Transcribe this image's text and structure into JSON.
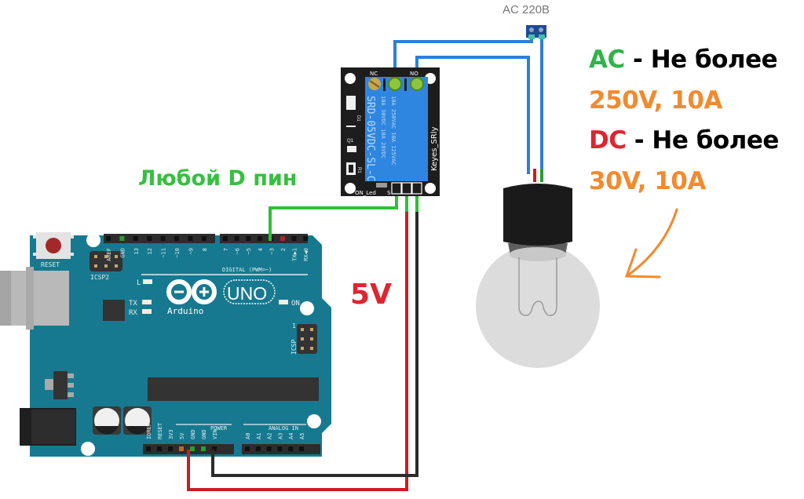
{
  "labels": {
    "ac_source": "AC 220B",
    "any_d_pin": "Любой D пин",
    "five_volt": "5V",
    "ac_limit": {
      "prefix": "AC",
      "dash_text": " - Не более",
      "value": "250V, 10A"
    },
    "dc_limit": {
      "prefix": "DC",
      "dash_text": " - Не более",
      "value": "30V, 10A"
    }
  },
  "relay_module": {
    "name": "Keyes_SRly",
    "relay_part": "SRD-05VDC-SL-C",
    "ratings_line1": "10A 250VAC  10A 125VAC",
    "ratings_line2": "10A 30VDC  10A 28VDC",
    "terminal_nc": "NC",
    "terminal_no": "NO",
    "led_label": "ON_Led",
    "signal_pin": "S",
    "minus_pin": "-",
    "diode_label": "D1",
    "transistor_label": "Q1",
    "resistor_label": "R1"
  },
  "arduino": {
    "brand": "Arduino",
    "model": "UNO",
    "reset_label": "RESET",
    "icsp2_label": "ICSP2",
    "icsp_label": "ICSP",
    "icsp_pin1": "1",
    "led_l": "L",
    "led_tx": "TX",
    "led_rx": "RX",
    "led_on": "ON",
    "digital_header": "DIGITAL (PWM=~)",
    "digital_pins_left": [
      "AREF",
      "GND",
      "13",
      "12",
      "~11",
      "~10",
      "~9",
      "8"
    ],
    "digital_pins_right": [
      "7",
      "~6",
      "~5",
      "4",
      "~3",
      "2",
      "TX▶1",
      "RX◀0"
    ],
    "power_header": "POWER",
    "power_pins": [
      "IOREF",
      "RESET",
      "3V3",
      "5V",
      "GND",
      "GND",
      "VIN"
    ],
    "analog_header": "ANALOG IN",
    "analog_pins": [
      "A0",
      "A1",
      "A2",
      "A3",
      "A4",
      "A5"
    ]
  },
  "colors": {
    "ac_green": "#2fb34a",
    "dc_red": "#e02430",
    "value_orange": "#f28a2e",
    "pin_label_green": "#35c03f",
    "wire_blue": "#2f7fd6",
    "wire_red": "#cc1c22",
    "wire_black": "#2b2b2b",
    "wire_green": "#2fbf3a",
    "pcb_teal": "#17798f",
    "relay_blue": "#2f86e0"
  }
}
